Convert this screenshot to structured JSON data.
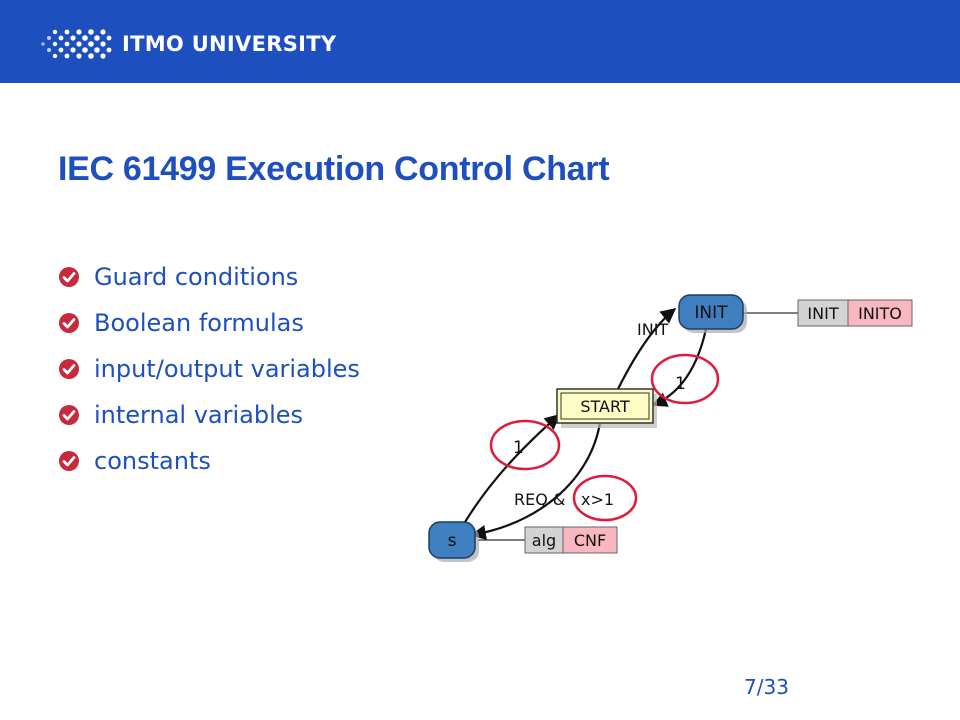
{
  "header": {
    "brand": "ITMO UNIVERSITY",
    "background_color": "#1e4fbf"
  },
  "slide": {
    "title": "IEC 61499 Execution Control Chart",
    "bullets": [
      "Guard conditions",
      "Boolean formulas",
      "input/output variables",
      "internal variables",
      "constants"
    ],
    "bullet_icon": "check-circle-icon",
    "accent_color": "#c62a3c",
    "page": "7/33"
  },
  "diagram": {
    "states": {
      "init": "INIT",
      "start": "START",
      "s": "s"
    },
    "actions": {
      "init_alg": "INIT",
      "init_event": "INITO",
      "s_alg": "alg",
      "s_event": "CNF"
    },
    "transitions": {
      "start_to_init": "INIT",
      "init_to_start": "1",
      "s_to_start": "1",
      "start_to_s_prefix": "REQ &",
      "start_to_s_guard": "x>1"
    },
    "colors": {
      "state_fill": "#3f7fbf",
      "start_fill": "#fdfcc4",
      "algorithm_fill": "#d3d3d3",
      "event_fill": "#f8b7c1",
      "highlight": "#e01a3c"
    }
  }
}
